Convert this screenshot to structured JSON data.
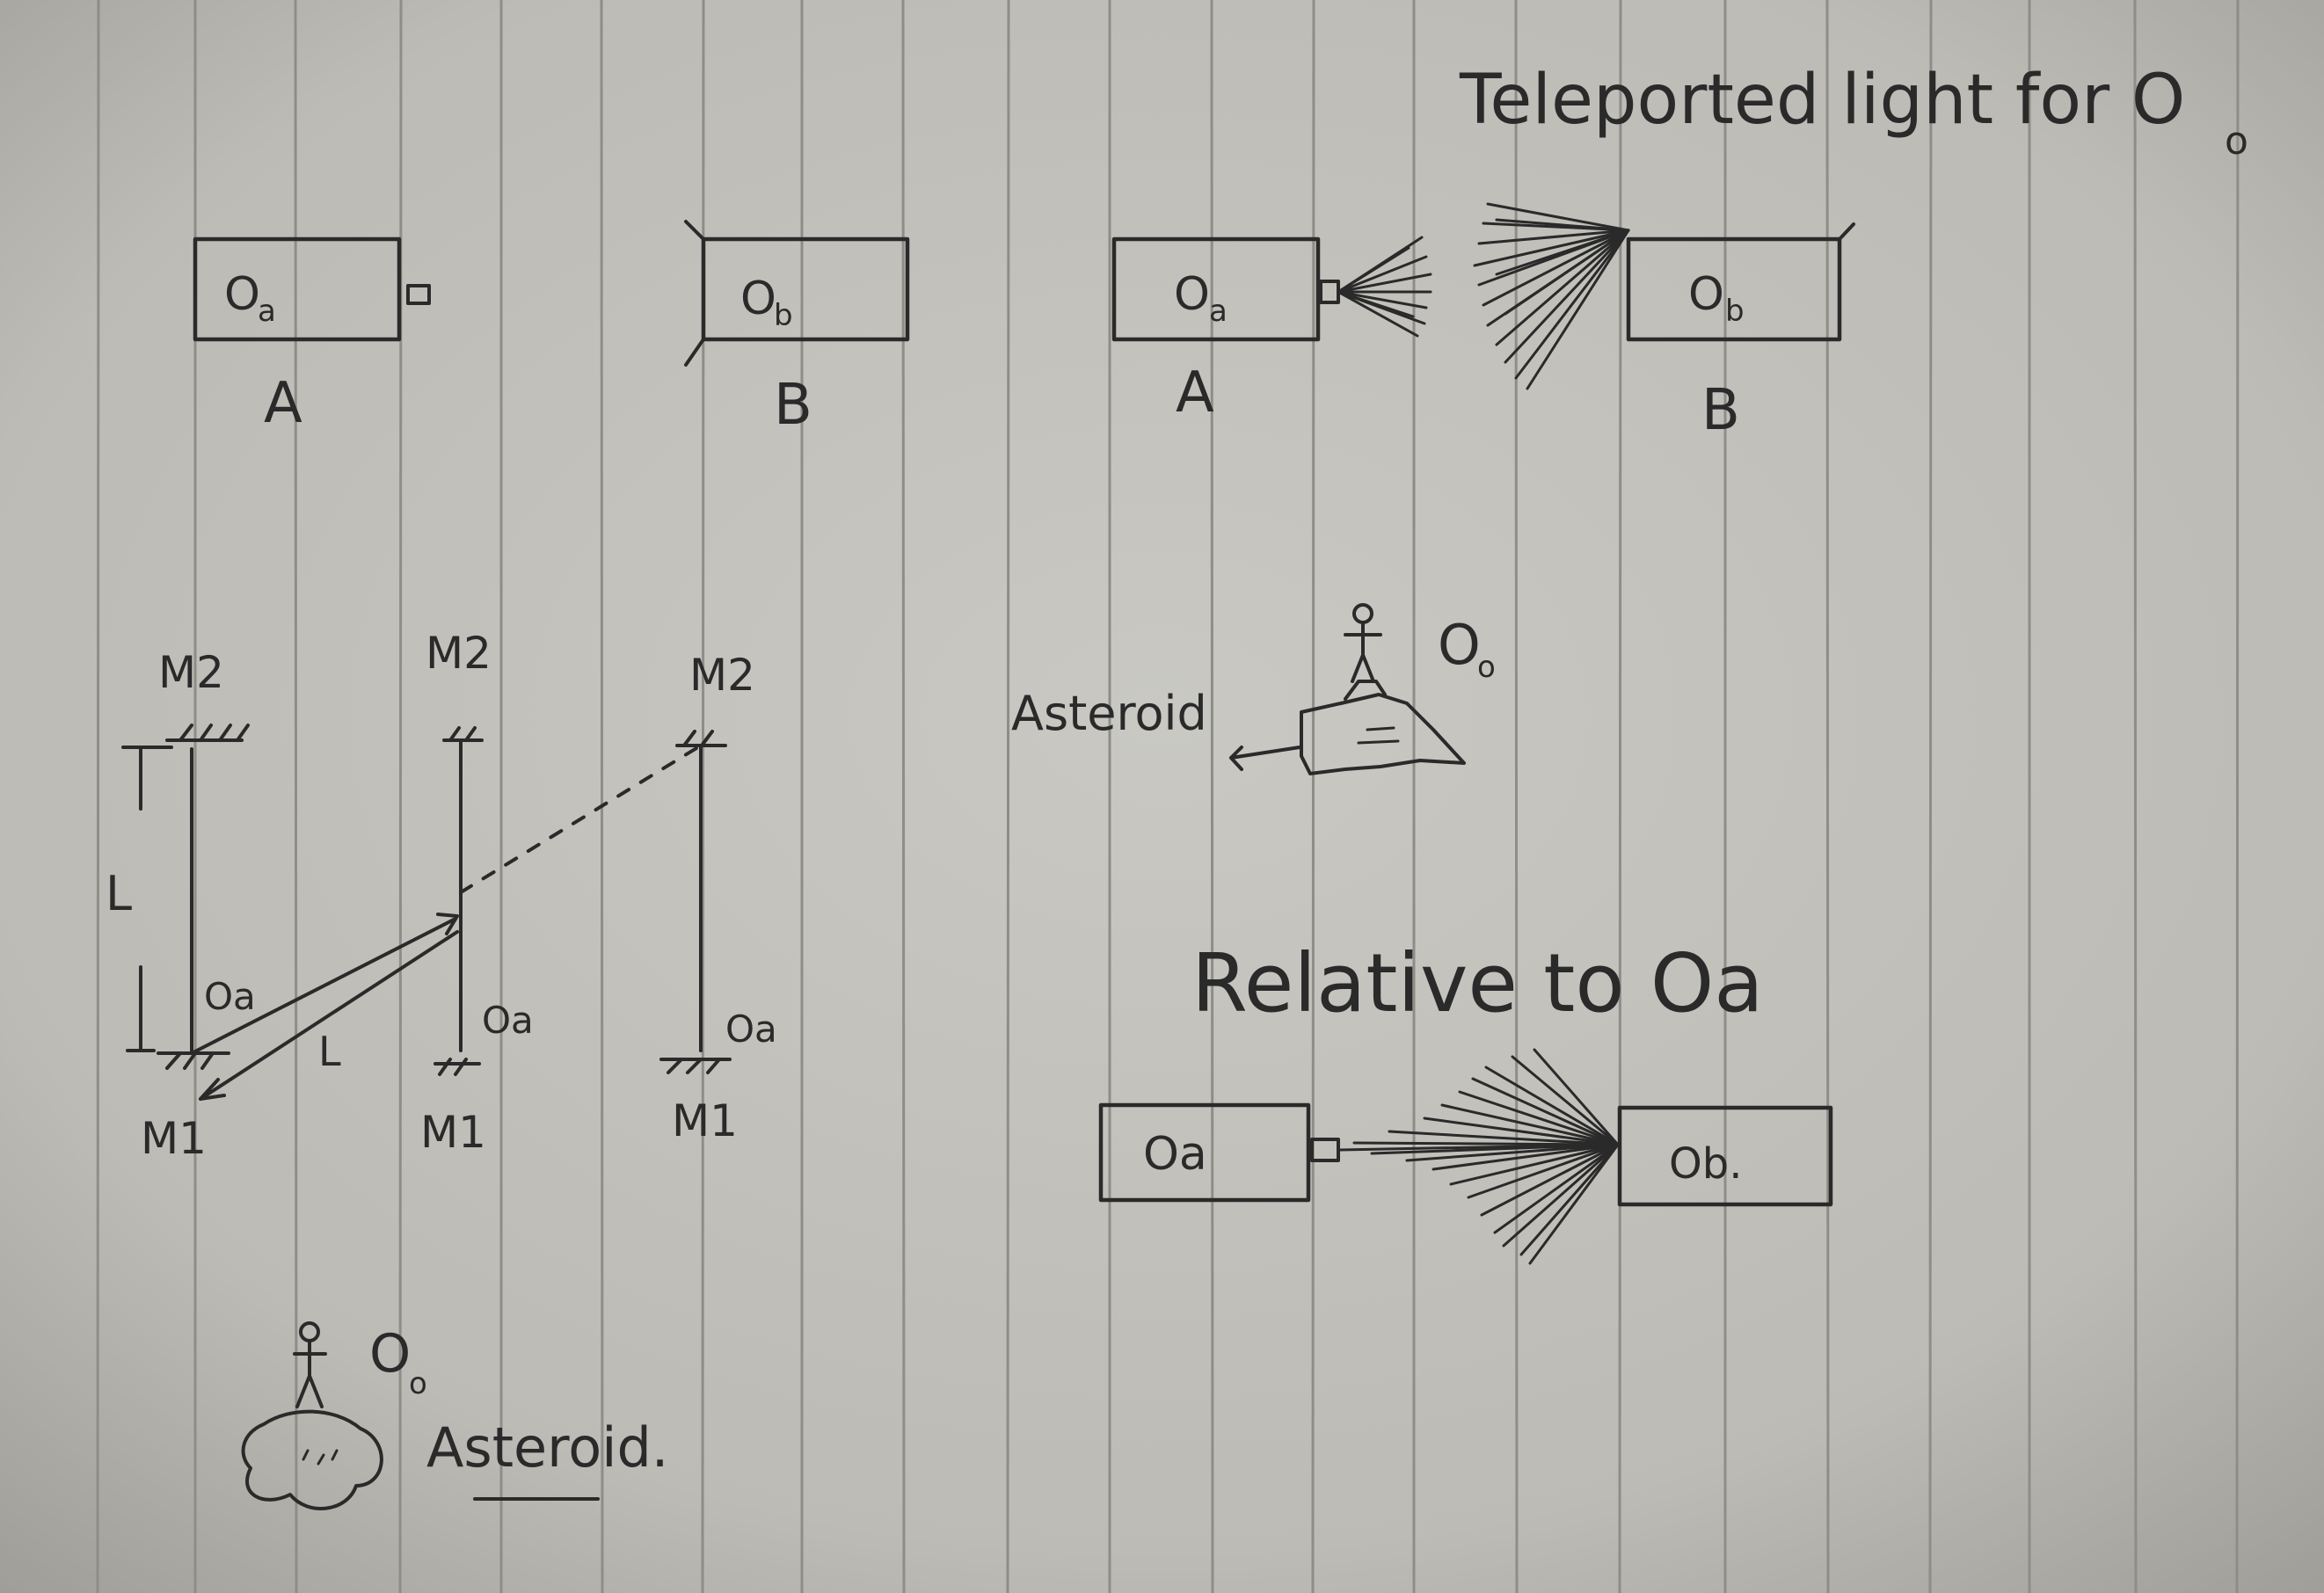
{
  "heading": "Teleported light for O",
  "heading_sub": "o",
  "top_left": {
    "box_a_label": "O",
    "box_a_sub": "a",
    "box_b_label": "O",
    "box_b_sub": "b",
    "label_a": "A",
    "label_b": "B"
  },
  "top_right": {
    "box_a_label": "O",
    "box_a_sub": "a",
    "box_b_label": "O",
    "box_b_sub": "b",
    "label_a": "A",
    "label_b": "B"
  },
  "clocks": {
    "mirror_top": [
      "M2",
      "M2",
      "M2"
    ],
    "mirror_bottom": [
      "M1",
      "M1",
      "M1"
    ],
    "observer_labels": [
      "Oa",
      "Oa",
      "Oa"
    ],
    "length_label": "L",
    "diagonal_length_label": "L"
  },
  "asteroid_right": {
    "observer_label": "O",
    "observer_sub": "o",
    "label": "Asteroid"
  },
  "asteroid_left": {
    "observer_label": "O",
    "observer_sub": "o",
    "label": "Asteroid."
  },
  "relative": {
    "caption": "Relative to Oa",
    "box_a_label": "Oa",
    "box_b_label": "Ob."
  }
}
